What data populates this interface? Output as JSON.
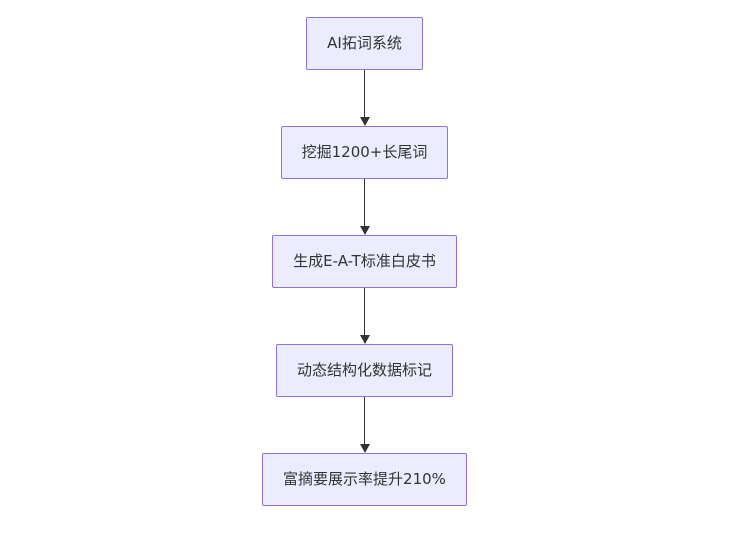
{
  "diagram": {
    "type": "flowchart",
    "direction": "top-down",
    "nodes": [
      {
        "id": "n1",
        "label": "AI拓词系统"
      },
      {
        "id": "n2",
        "label": "挖掘1200+长尾词"
      },
      {
        "id": "n3",
        "label": "生成E-A-T标准白皮书"
      },
      {
        "id": "n4",
        "label": "动态结构化数据标记"
      },
      {
        "id": "n5",
        "label": "富摘要展示率提升210%"
      }
    ],
    "edges": [
      {
        "from": "n1",
        "to": "n2"
      },
      {
        "from": "n2",
        "to": "n3"
      },
      {
        "from": "n3",
        "to": "n4"
      },
      {
        "from": "n4",
        "to": "n5"
      }
    ]
  },
  "colors": {
    "node_fill": "#ECECFF",
    "node_border": "#9370DB",
    "arrow_color": "#333333",
    "text_color": "#333333",
    "bg_color": "#ffffff"
  }
}
